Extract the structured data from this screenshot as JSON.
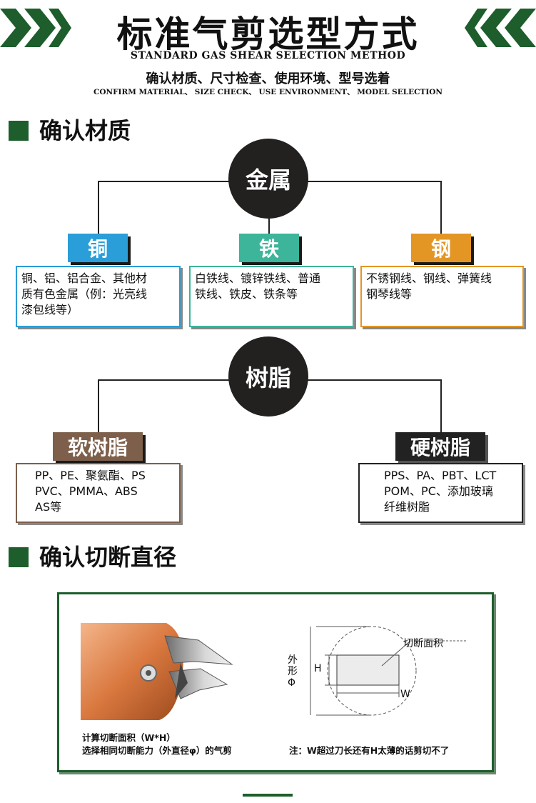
{
  "header": {
    "title": "标准气剪选型方式",
    "subtitle_en": "STANDARD GAS SHEAR SELECTION METHOD",
    "subtitle_cn": "确认材质、尺寸检查、使用环境、型号选着",
    "subtitle_en2": "CONFIRM MATERIAL、 SIZE CHECK、 USE ENVIRONMENT、 MODEL SELECTION"
  },
  "section1": {
    "title": "确认材质"
  },
  "metal": {
    "label": "金属",
    "items": [
      {
        "tag": "铜",
        "color": "#2a9ed8",
        "lines": [
          "铜、铝、铝合金、其他材",
          "质有色金属（例：光亮线",
          "漆包线等）"
        ]
      },
      {
        "tag": "铁",
        "color": "#3cb59a",
        "lines": [
          "白铁线、镀锌铁线、普通",
          "铁线、铁皮、铁条等"
        ]
      },
      {
        "tag": "钢",
        "color": "#e39624",
        "lines": [
          "不锈钢线、钢线、弹簧线",
          "钢琴线等"
        ]
      }
    ]
  },
  "resin": {
    "label": "树脂",
    "items": [
      {
        "tag": "软树脂",
        "color": "#7d5f4b",
        "lines": [
          "PP、PE、聚氨酯、PS",
          "PVC、PMMA、ABS",
          "AS等"
        ]
      },
      {
        "tag": "硬树脂",
        "color": "#222222",
        "lines": [
          "PPS、PA、PBT、LCT",
          "POM、PC、添加玻璃",
          "纤维树脂"
        ]
      }
    ]
  },
  "section2": {
    "title": "确认切断直径"
  },
  "diagram": {
    "label_cut_area": "切断面积",
    "label_outer": "外形Φ",
    "label_h": "H",
    "label_w": "W",
    "caption_left_1": "计算切断面积（W*H）",
    "caption_left_2": "选择相同切断能力（外直径φ）的气剪",
    "caption_right": "注：W超过刀长还有H太薄的话剪切不了"
  },
  "colors": {
    "accent": "#1d5e2c",
    "circle": "#232020"
  }
}
